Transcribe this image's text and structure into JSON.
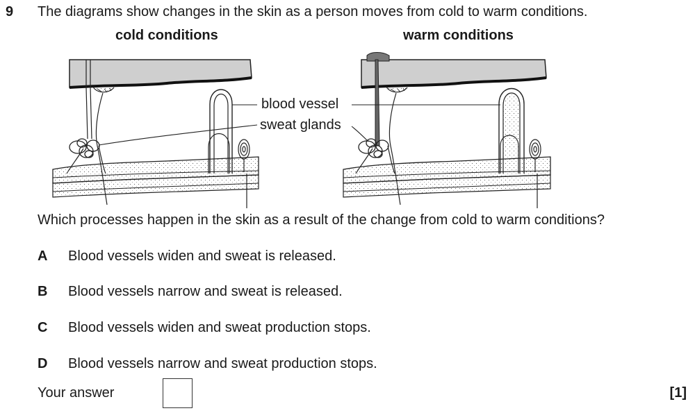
{
  "question": {
    "number": "9",
    "stem": "The diagrams show changes in the skin as a person moves from cold to warm conditions.",
    "prompt": "Which processes happen in the skin as a result of the change from cold to warm conditions?",
    "options": [
      {
        "letter": "A",
        "text": "Blood vessels widen and sweat is released."
      },
      {
        "letter": "B",
        "text": "Blood vessels narrow and sweat is released."
      },
      {
        "letter": "C",
        "text": "Blood vessels widen and sweat production stops."
      },
      {
        "letter": "D",
        "text": "Blood vessels narrow and sweat production stops."
      }
    ],
    "answer_label": "Your answer",
    "marks": "[1]"
  },
  "diagram": {
    "cold_title": "cold conditions",
    "warm_title": "warm conditions",
    "label_blood_vessel": "blood vessel",
    "label_sweat_glands": "sweat glands"
  }
}
